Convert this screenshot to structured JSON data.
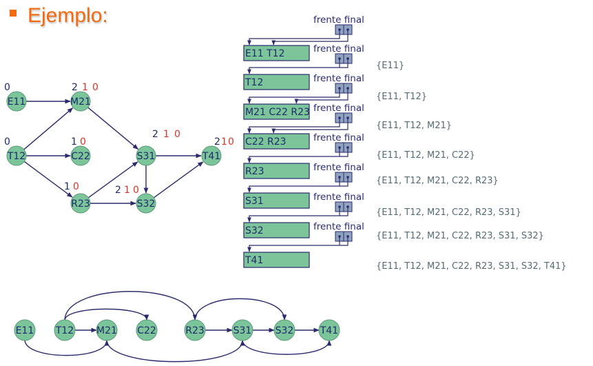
{
  "title": "Ejemplo:",
  "colors": {
    "title": "#f26b10",
    "node_fill": "#7cc49a",
    "edge": "#2b2a6e",
    "indegree_initial": "#1f2a6b",
    "indegree_decrement": "#d9342b",
    "queue_box_fill": "#7cc49a",
    "pointer_box_fill": "#8fa3bf",
    "set_text": "#556b73"
  },
  "graph": {
    "nodes": [
      {
        "id": "E11",
        "indegree_labels": [
          "0"
        ]
      },
      {
        "id": "T12",
        "indegree_labels": [
          "0"
        ]
      },
      {
        "id": "M21",
        "indegree_labels": [
          "2",
          "1",
          "0"
        ]
      },
      {
        "id": "C22",
        "indegree_labels": [
          "1",
          "0"
        ]
      },
      {
        "id": "R23",
        "indegree_labels": [
          "1",
          "0"
        ]
      },
      {
        "id": "S31",
        "indegree_labels": [
          "2",
          "1",
          "0"
        ]
      },
      {
        "id": "S32",
        "indegree_labels": [
          "2",
          "1",
          "0"
        ]
      },
      {
        "id": "T41",
        "indegree_labels": [
          "2",
          "1",
          "0"
        ]
      }
    ],
    "edges": [
      [
        "E11",
        "M21"
      ],
      [
        "T12",
        "M21"
      ],
      [
        "T12",
        "C22"
      ],
      [
        "T12",
        "R23"
      ],
      [
        "M21",
        "S31"
      ],
      [
        "R23",
        "S31"
      ],
      [
        "R23",
        "S32"
      ],
      [
        "S31",
        "S32"
      ],
      [
        "S31",
        "T41"
      ],
      [
        "S32",
        "T41"
      ]
    ]
  },
  "queue": {
    "pointer_front_label": "frente",
    "pointer_rear_label": "final",
    "states": [
      {
        "contents": "E11 T12",
        "visited": "{E11}"
      },
      {
        "contents": "T12",
        "visited": "{E11, T12}"
      },
      {
        "contents": "M21 C22 R23",
        "visited": "{E11, T12, M21}"
      },
      {
        "contents": "C22 R23",
        "visited": "{E11, T12, M21, C22}"
      },
      {
        "contents": "R23",
        "visited": "{E11, T12, M21, C22, R23}"
      },
      {
        "contents": "S31",
        "visited": "{E11, T12, M21, C22, R23, S31}"
      },
      {
        "contents": "S32",
        "visited": "{E11, T12, M21, C22, R23, S31, S32}"
      },
      {
        "contents": "T41",
        "visited": "{E11, T12, M21, C22, R23, S31, S32, T41}"
      }
    ]
  },
  "topological_order": {
    "nodes": [
      "E11",
      "T12",
      "M21",
      "C22",
      "R23",
      "S31",
      "S32",
      "T41"
    ]
  }
}
